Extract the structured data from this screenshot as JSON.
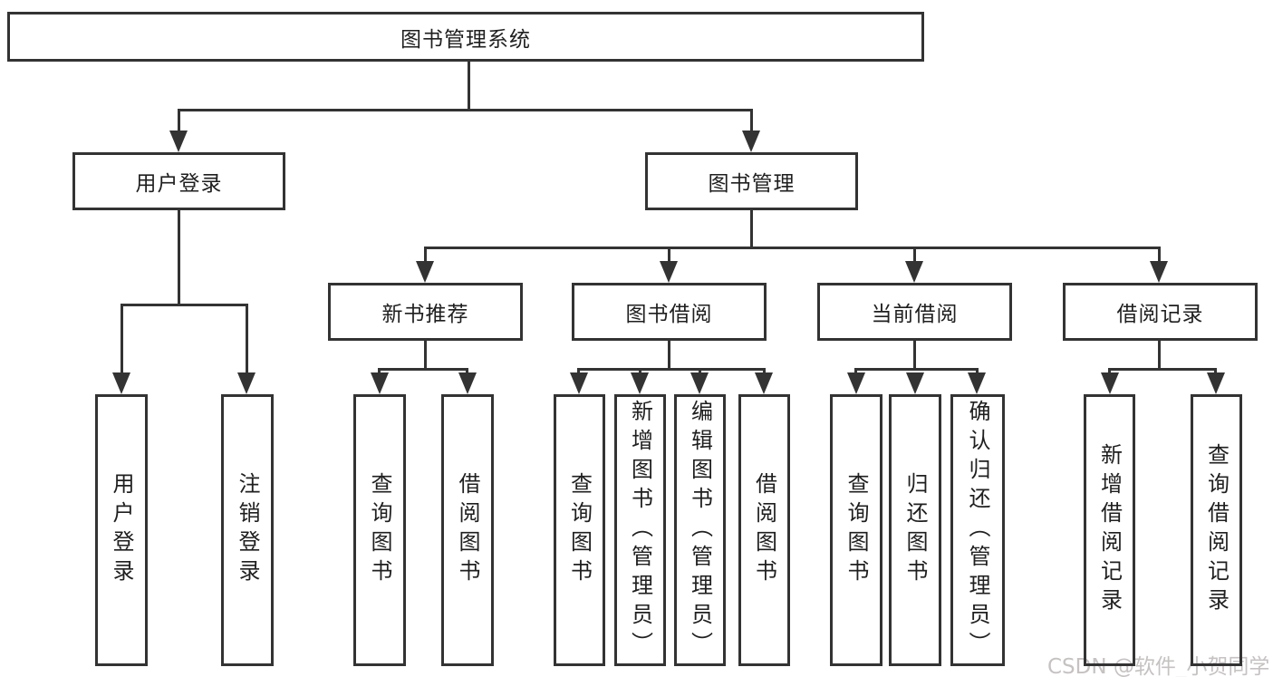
{
  "diagram": {
    "title": "图书管理系统",
    "root": {
      "label": "图书管理系统"
    },
    "level2": [
      {
        "label": "用户登录"
      },
      {
        "label": "图书管理"
      }
    ],
    "level3": [
      {
        "label": "新书推荐"
      },
      {
        "label": "图书借阅"
      },
      {
        "label": "当前借阅"
      },
      {
        "label": "借阅记录"
      }
    ],
    "leaves": {
      "login": [
        {
          "label": "用户登录"
        },
        {
          "label": "注销登录"
        }
      ],
      "recommend": [
        {
          "label": "查询图书"
        },
        {
          "label": "借阅图书"
        }
      ],
      "borrow": [
        {
          "label": "查询图书"
        },
        {
          "label": "新增图书（管理员）"
        },
        {
          "label": "编辑图书（管理员）"
        },
        {
          "label": "借阅图书"
        }
      ],
      "current": [
        {
          "label": "查询图书"
        },
        {
          "label": "归还图书"
        },
        {
          "label": "确认归还（管理员）"
        }
      ],
      "records": [
        {
          "label": "新增借阅记录"
        },
        {
          "label": "查询借阅记录"
        }
      ]
    }
  },
  "watermark": {
    "text": "CSDN @软件_小贺同学"
  },
  "colors": {
    "line": "#333333",
    "text": "#1f1f1f",
    "watermark": "#c6c2c2",
    "background": "#ffffff"
  }
}
